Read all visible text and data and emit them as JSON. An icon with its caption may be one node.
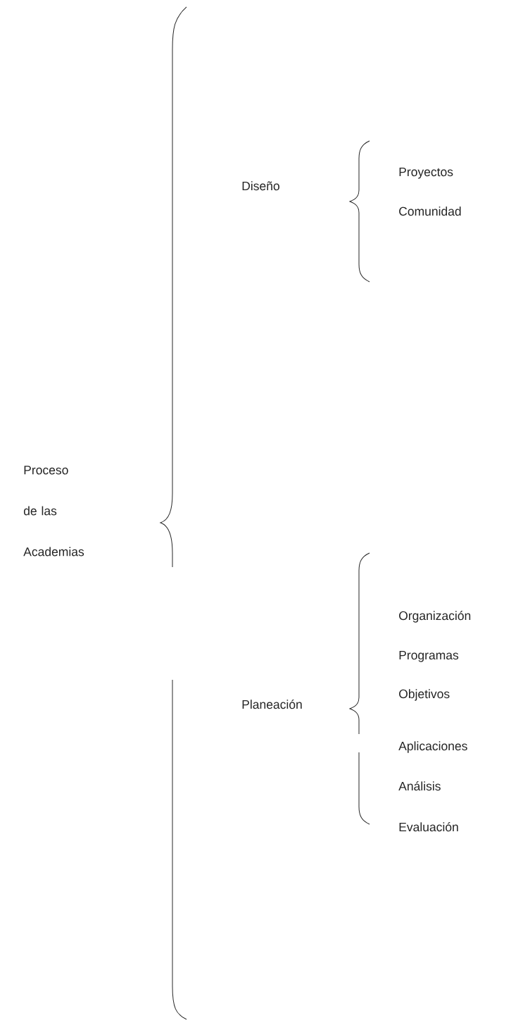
{
  "diagram": {
    "labels": [
      "Proceso de las Academias",
      "Diseño",
      "Proyectos",
      "Comunidad",
      "Planeación",
      "Organización",
      "Programas",
      "Objetivos",
      "Aplicaciones",
      "Análisis",
      "Evaluación"
    ]
  }
}
